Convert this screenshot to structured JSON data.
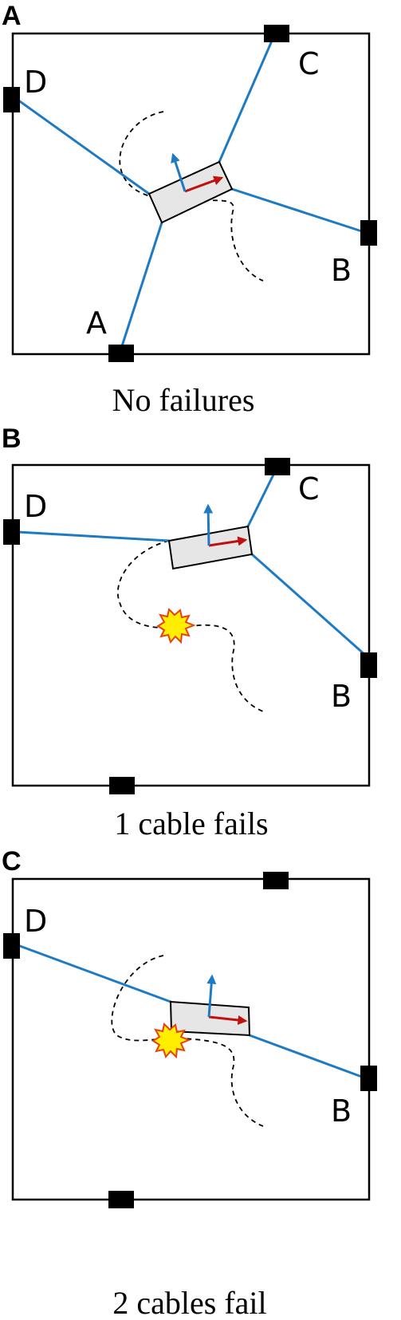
{
  "panels": [
    {
      "letter": "A",
      "caption": "No failures",
      "anchors": {
        "a": "A",
        "b": "B",
        "c": "C",
        "d": "D"
      }
    },
    {
      "letter": "B",
      "caption": "1 cable fails",
      "anchors": {
        "b": "B",
        "c": "C",
        "d": "D"
      }
    },
    {
      "letter": "C",
      "caption": "2 cables fail",
      "anchors": {
        "b": "B",
        "d": "D"
      }
    }
  ],
  "colors": {
    "cable": "#1f7ac4",
    "platform": "#e6e6e6",
    "axis_primary": "#c0110f",
    "axis_secondary": "#1f7ac4",
    "failure_fill": "#ffee00",
    "failure_stroke": "#e8410f"
  }
}
